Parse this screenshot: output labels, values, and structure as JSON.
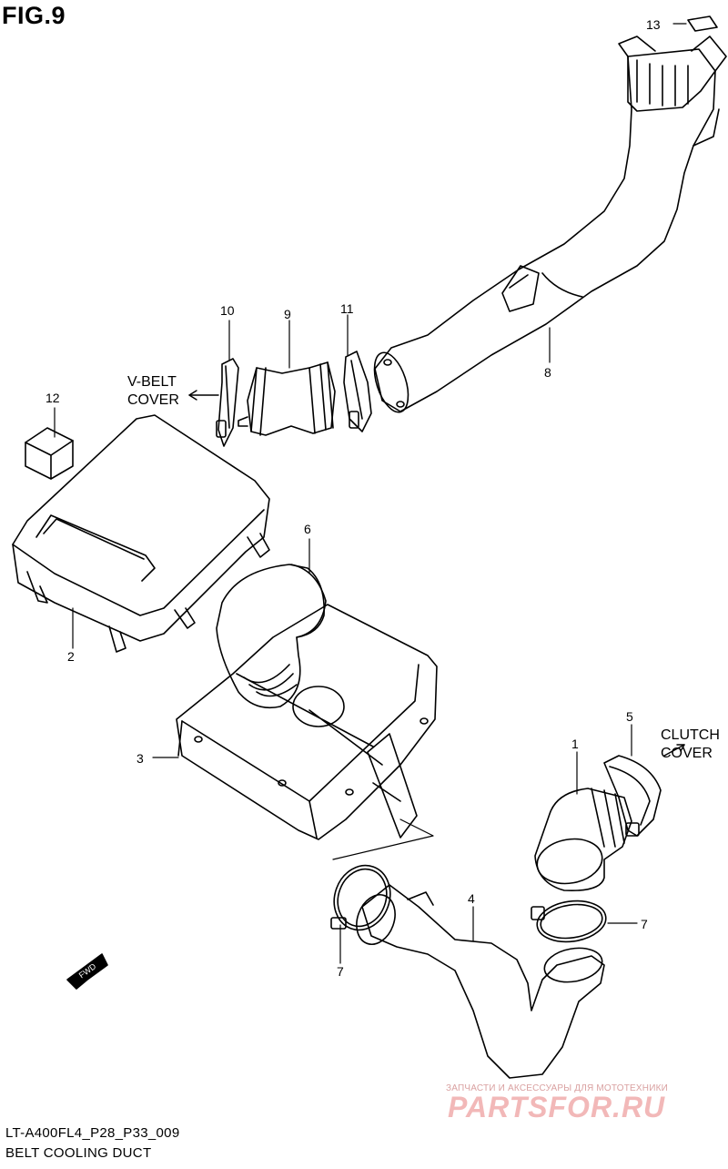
{
  "figure": {
    "title": "FIG.9",
    "code": "LT-A400FL4_P28_P33_009",
    "name": "BELT COOLING DUCT"
  },
  "parts": [
    {
      "ref": "1"
    },
    {
      "ref": "2"
    },
    {
      "ref": "3"
    },
    {
      "ref": "4"
    },
    {
      "ref": "5"
    },
    {
      "ref": "6"
    },
    {
      "ref": "7"
    },
    {
      "ref": "7"
    },
    {
      "ref": "8"
    },
    {
      "ref": "9"
    },
    {
      "ref": "10"
    },
    {
      "ref": "11"
    },
    {
      "ref": "12"
    },
    {
      "ref": "13"
    }
  ],
  "notes": {
    "v_belt_line1": "V-BELT",
    "v_belt_line2": "COVER",
    "clutch_line1": "CLUTCH",
    "clutch_line2": "COVER"
  },
  "fwd_label": "FWD",
  "watermark": {
    "small": "ЗАПЧАСТИ И АКСЕССУАРЫ ДЛЯ МОТОТЕХНИКИ",
    "big": "PARTSFOR.RU"
  }
}
